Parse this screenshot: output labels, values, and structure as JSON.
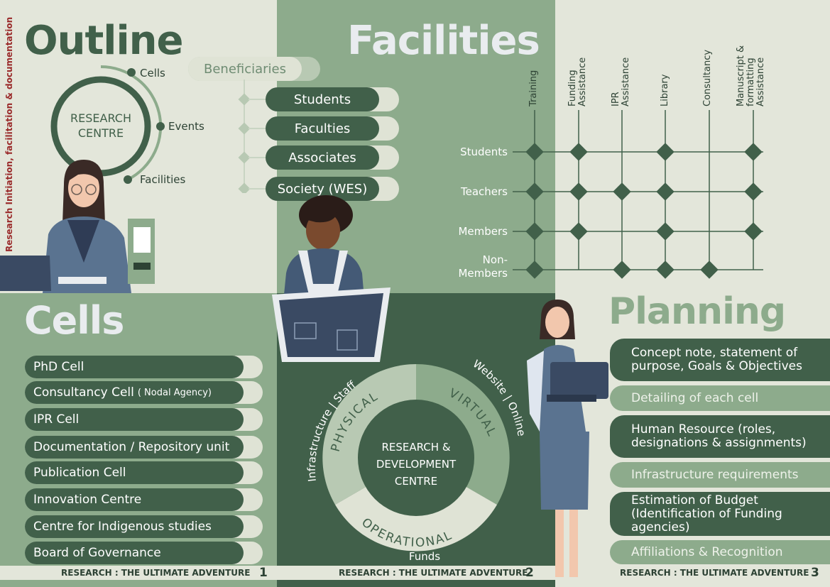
{
  "outline": {
    "title": "Outline",
    "vertical_text": "Research Initiation, facilitation & documentation",
    "centre_line1": "RESEARCH",
    "centre_line2": "CENTRE",
    "nodes": [
      "Cells",
      "Events",
      "Facilities"
    ],
    "beneficiaries_label": "Beneficiaries",
    "beneficiaries": [
      "Students",
      "Faculties",
      "Associates",
      "Society (WES)"
    ]
  },
  "facilities": {
    "title": "Facilities",
    "columns": [
      {
        "l1": "Training",
        "l2": "",
        "l3": ""
      },
      {
        "l1": "Funding",
        "l2": "Assistance",
        "l3": ""
      },
      {
        "l1": "IPR",
        "l2": "Assistance",
        "l3": ""
      },
      {
        "l1": "Library",
        "l2": "",
        "l3": ""
      },
      {
        "l1": "Consultancy",
        "l2": "",
        "l3": ""
      },
      {
        "l1": "Manuscript &",
        "l2": "formatting",
        "l3": "Assistance"
      }
    ],
    "rows": [
      {
        "l1": "Students",
        "l2": ""
      },
      {
        "l1": "Teachers",
        "l2": ""
      },
      {
        "l1": "Members",
        "l2": ""
      },
      {
        "l1": "Non-",
        "l2": "Members"
      }
    ],
    "matrix": [
      [
        1,
        1,
        0,
        1,
        0,
        1
      ],
      [
        1,
        1,
        1,
        1,
        0,
        1
      ],
      [
        1,
        1,
        0,
        1,
        0,
        1
      ],
      [
        1,
        0,
        1,
        1,
        1,
        0
      ]
    ]
  },
  "cells": {
    "title": "Cells",
    "items": [
      {
        "label": "PhD Cell",
        "note": ""
      },
      {
        "label": "Consultancy Cell",
        "note": "( Nodal Agency)"
      },
      {
        "label": "IPR Cell",
        "note": ""
      },
      {
        "label": "Documentation / Repository unit",
        "note": ""
      },
      {
        "label": "Publication Cell",
        "note": ""
      },
      {
        "label": "Innovation Centre",
        "note": ""
      },
      {
        "label": "Centre for Indigenous studies",
        "note": ""
      },
      {
        "label": "Board of Governance",
        "note": ""
      }
    ]
  },
  "rnd": {
    "centre_l1": "RESEARCH &",
    "centre_l2": "DEVELOPMENT",
    "centre_l3": "CENTRE",
    "physical": "PHYSICAL",
    "virtual": "VIRTUAL",
    "operational": "OPERATIONAL",
    "outer_left": "Infrastructure | Staff",
    "outer_right": "Website | Online",
    "outer_bottom": "Funds"
  },
  "planning": {
    "title": "Planning",
    "items": [
      {
        "l1": "Concept note, statement of",
        "l2": "purpose, Goals & Objectives",
        "l3": "",
        "style": "dark"
      },
      {
        "l1": "Detailing of each cell",
        "l2": "",
        "l3": "",
        "style": "light"
      },
      {
        "l1": "Human Resource (roles,",
        "l2": "designations & assignments)",
        "l3": "",
        "style": "dark"
      },
      {
        "l1": "Infrastructure requirements",
        "l2": "",
        "l3": "",
        "style": "light"
      },
      {
        "l1": "Estimation of Budget",
        "l2": "(Identification of Funding",
        "l3": "agencies)",
        "style": "dark"
      },
      {
        "l1": "Affiliations & Recognition",
        "l2": "",
        "l3": "",
        "style": "light"
      }
    ]
  },
  "footer": {
    "text": "RESEARCH : THE ULTIMATE ADVENTURE",
    "pages": [
      "1",
      "2",
      "3"
    ]
  },
  "colors": {
    "dark_green": "#41604a",
    "mid_green": "#8dab8c",
    "light_bg": "#e3e6da",
    "accent_red": "#9a2b2b"
  }
}
